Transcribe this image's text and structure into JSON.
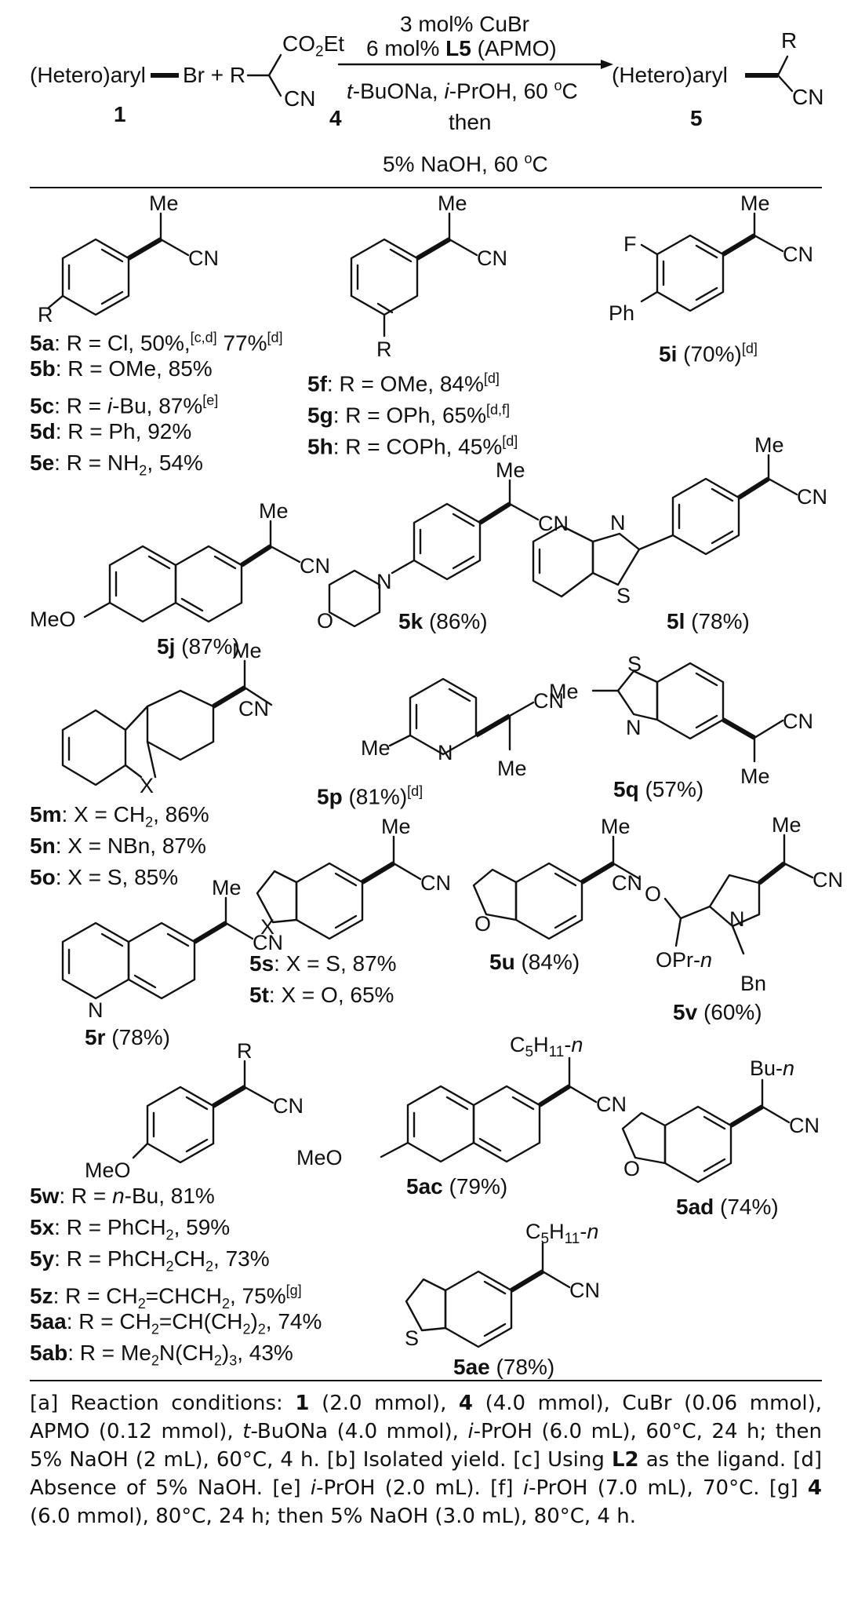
{
  "scheme": {
    "reagent1": "(Hetero)aryl",
    "reagent1_tail": "Br + R",
    "reagent1_num": "1",
    "malonate_co2et": "CO2Et",
    "malonate_cn": "CN",
    "malonate_num": "4",
    "cond_line1": "3 mol% CuBr",
    "cond_line2_a": "6 mol%",
    "cond_line2_b": "L5",
    "cond_line2_c": "(APMO)",
    "cond_line3": "t-BuONa, i-PrOH, 60 °C",
    "cond_line4": "then",
    "cond_line5": "5% NaOH, 60 °C",
    "product": "(Hetero)aryl",
    "product_r": "R",
    "product_cn": "CN",
    "product_num": "5"
  },
  "compounds": [
    {
      "id": "5a",
      "text": "R = Cl, 50%,[c,d] 77%[d]"
    },
    {
      "id": "5b",
      "text": "R = OMe, 85%"
    },
    {
      "id": "5c",
      "text": "R = i-Bu, 87%[e]"
    },
    {
      "id": "5d",
      "text": "R = Ph, 92%"
    },
    {
      "id": "5e",
      "text": "R = NH2, 54%"
    },
    {
      "id": "5f",
      "text": "R = OMe, 84%[d]"
    },
    {
      "id": "5g",
      "text": "R = OPh, 65%[d,f]"
    },
    {
      "id": "5h",
      "text": "R = COPh, 45%[d]"
    },
    {
      "id": "5i",
      "text": "(70%)[d]"
    },
    {
      "id": "5j",
      "text": "(87%)"
    },
    {
      "id": "5k",
      "text": "(86%)"
    },
    {
      "id": "5l",
      "text": "(78%)"
    },
    {
      "id": "5m",
      "text": "X = CH2, 86%"
    },
    {
      "id": "5n",
      "text": "X = NBn, 87%"
    },
    {
      "id": "5o",
      "text": "X = S, 85%"
    },
    {
      "id": "5p",
      "text": "(81%)[d]"
    },
    {
      "id": "5q",
      "text": "(57%)"
    },
    {
      "id": "5r",
      "text": "(78%)"
    },
    {
      "id": "5s",
      "text": "X = S, 87%"
    },
    {
      "id": "5t",
      "text": "X = O, 65%"
    },
    {
      "id": "5u",
      "text": "(84%)"
    },
    {
      "id": "5v",
      "text": "(60%)"
    },
    {
      "id": "5w",
      "text": "R = n-Bu, 81%"
    },
    {
      "id": "5x",
      "text": "R = PhCH2, 59%"
    },
    {
      "id": "5y",
      "text": "R = PhCH2CH2, 73%"
    },
    {
      "id": "5z",
      "text": "R = CH2=CHCH2, 75%[g]"
    },
    {
      "id": "5aa",
      "text": "R = CH2=CH(CH2)2, 74%"
    },
    {
      "id": "5ab",
      "text": "R = Me2N(CH2)3, 43%"
    },
    {
      "id": "5ac",
      "text": "(79%)"
    },
    {
      "id": "5ad",
      "text": "(74%)"
    },
    {
      "id": "5ae",
      "text": "(78%)"
    }
  ],
  "atom_labels": {
    "me": "Me",
    "cn": "CN",
    "r": "R",
    "f": "F",
    "ph": "Ph",
    "meo": "MeO",
    "n": "N",
    "o": "O",
    "s": "S",
    "x": "X",
    "bun": "Bu-n",
    "c5h11n": "C5H11-n",
    "oprn": "OPr-n",
    "bn": "Bn"
  },
  "footnote": "[a] Reaction conditions: 1 (2.0 mmol), 4 (4.0 mmol), CuBr (0.06 mmol), APMO (0.12 mmol), t-BuONa (4.0 mmol), i-PrOH (6.0 mL), 60°C, 24 h; then 5% NaOH (2 mL), 60°C, 4 h. [b] Isolated yield. [c] Using L2 as the ligand. [d] Absence of 5% NaOH. [e] i-PrOH (2.0 mL). [f] i-PrOH (7.0 mL), 70°C. [g] 4 (6.0 mmol), 80°C, 24 h; then 5% NaOH (3.0 mL), 80°C, 4 h."
}
